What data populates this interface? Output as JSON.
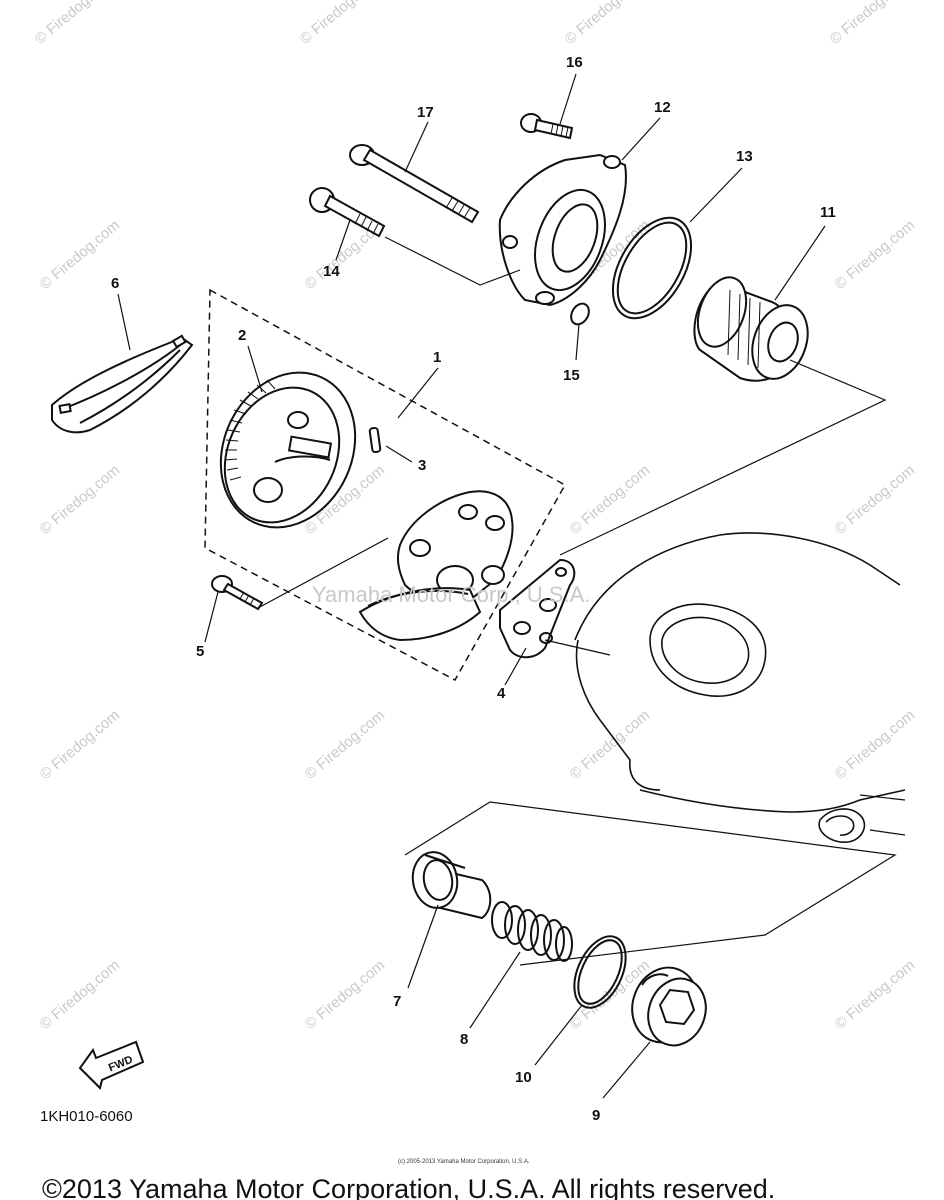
{
  "watermark": {
    "site": "© Firedog.com",
    "center": "Yamaha Motor Corp., U.S.A."
  },
  "callouts": {
    "p1": "1",
    "p2": "2",
    "p3": "3",
    "p4": "4",
    "p5": "5",
    "p6": "6",
    "p7": "7",
    "p8": "8",
    "p9": "9",
    "p10": "10",
    "p11": "11",
    "p12": "12",
    "p13": "13",
    "p14": "14",
    "p15": "15",
    "p16": "16",
    "p17": "17"
  },
  "direction_label": "FWD",
  "diagram_code": "1KH010-6060",
  "fine_print": "(c) 2005-2013 Yamaha Motor Corporation, U.S.A.",
  "copyright": "©2013 Yamaha Motor Corporation, U.S.A. All rights reserved."
}
